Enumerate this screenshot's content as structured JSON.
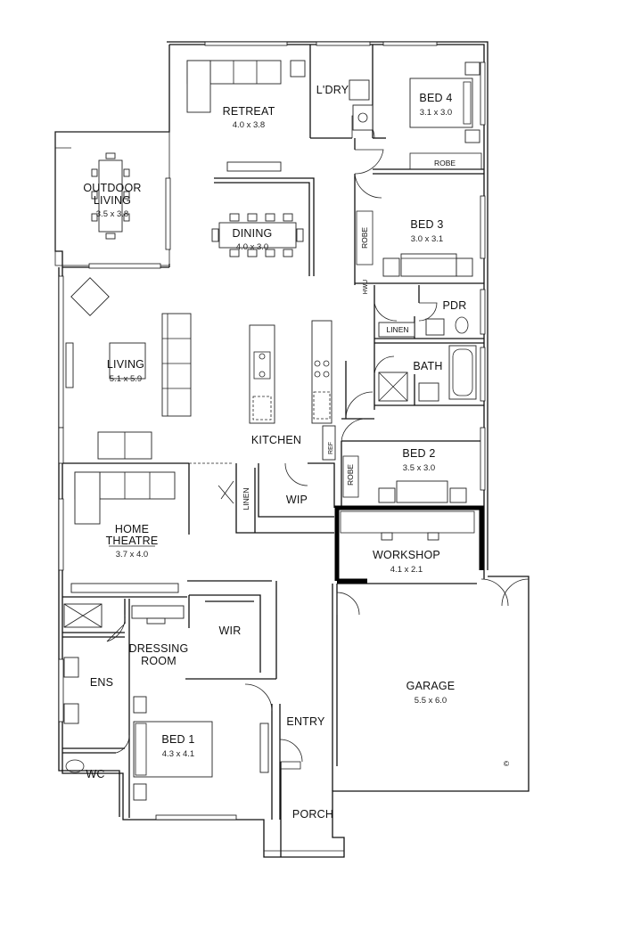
{
  "rooms": {
    "retreat": {
      "name": "RETREAT",
      "size": "4.0 x 3.8"
    },
    "laundry": {
      "name": "L'DRY"
    },
    "bed4": {
      "name": "BED 4",
      "size": "3.1 x 3.0"
    },
    "outdoor": {
      "name_line1": "OUTDOOR",
      "name_line2": "LIVING",
      "size": "3.5 x 3.8"
    },
    "dining": {
      "name": "DINING",
      "size": "4.0 x 3.0"
    },
    "bed3": {
      "name": "BED 3",
      "size": "3.0 x 3.1"
    },
    "pdr": {
      "name": "PDR"
    },
    "linen_hall": {
      "name": "LINEN"
    },
    "bath": {
      "name": "BATH"
    },
    "living": {
      "name": "LIVING",
      "size": "5.1 x 5.9"
    },
    "kitchen": {
      "name": "KITCHEN"
    },
    "ref": {
      "name": "REF"
    },
    "bed2": {
      "name": "BED 2",
      "size": "3.5 x 3.0"
    },
    "linen_wip": {
      "name": "LINEN"
    },
    "wip": {
      "name": "WIP"
    },
    "workshop": {
      "name": "WORKSHOP",
      "size": "4.1 x 2.1"
    },
    "theatre": {
      "name_line1": "HOME",
      "name_line2": "THEATRE",
      "size": "3.7 x 4.0"
    },
    "wir": {
      "name": "WIR"
    },
    "dressing": {
      "name_line1": "DRESSING",
      "name_line2": "ROOM"
    },
    "ens": {
      "name": "ENS"
    },
    "garage": {
      "name": "GARAGE",
      "size": "5.5 x 6.0"
    },
    "entry": {
      "name": "ENTRY"
    },
    "bed1": {
      "name": "BED 1",
      "size": "4.3 x 4.1"
    },
    "wc": {
      "name": "WC"
    },
    "porch": {
      "name": "PORCH"
    }
  },
  "labels": {
    "robe_bed4": "ROBE",
    "robe_bed3": "ROBE",
    "robe_bed2": "ROBE",
    "hwu": "HWU"
  },
  "symbols": {
    "copyright": "©"
  }
}
